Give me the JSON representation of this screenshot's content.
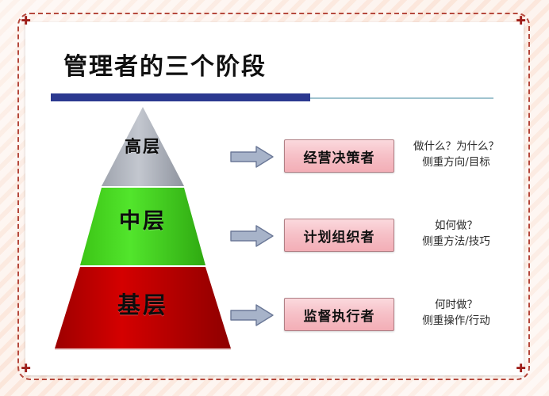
{
  "slide": {
    "title": "管理者的三个阶段",
    "colors": {
      "title_bar_dark": "#2b3990",
      "title_bar_light": "#9fc3cf",
      "frame_dashed": "#b5483c",
      "tack": "#9e1f1a",
      "pyramid_top": "#b3b7c0",
      "pyramid_middle": "#3fd21a",
      "pyramid_bottom": "#c60000",
      "role_box_fill": "#f6c0c7",
      "role_box_border": "#b07f85",
      "arrow_fill": "#a7b3c9",
      "card_bg": "#ffffff",
      "page_bg": "#fbe3d6"
    }
  },
  "pyramid": {
    "levels": [
      {
        "label": "高层",
        "color": "#b3b7c0",
        "name": "top-level"
      },
      {
        "label": "中层",
        "color": "#3fd21a",
        "name": "middle-level"
      },
      {
        "label": "基层",
        "color": "#c60000",
        "name": "base-level"
      }
    ]
  },
  "rows": [
    {
      "role": "经营决策者",
      "question": "做什么？为什么？",
      "focus": "侧重方向/目标"
    },
    {
      "role": "计划组织者",
      "question": "如何做？",
      "focus": "侧重方法/技巧"
    },
    {
      "role": "监督执行者",
      "question": "何时做？",
      "focus": "侧重操作/行动"
    }
  ],
  "icons": {
    "tack": "✚",
    "arrow": "right-arrow"
  }
}
